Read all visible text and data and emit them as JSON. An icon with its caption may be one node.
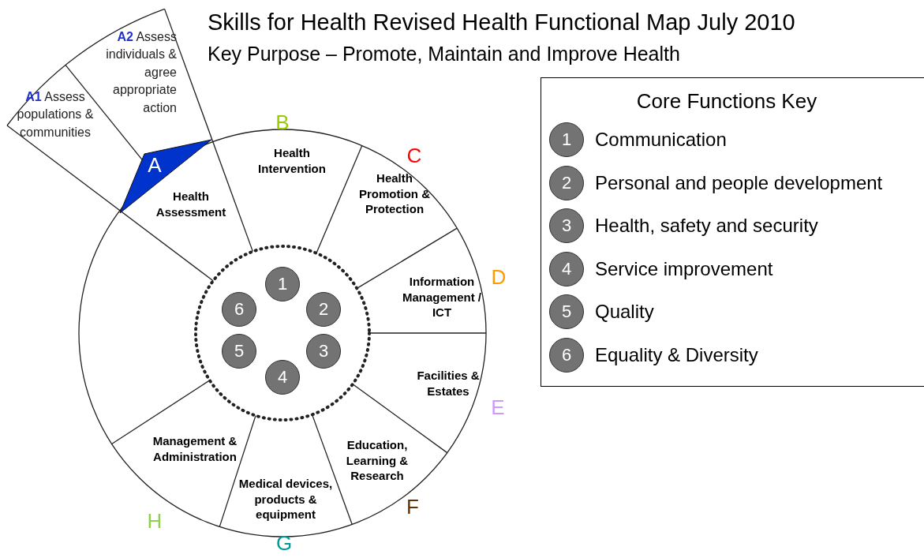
{
  "diagram": {
    "title": "Skills for Health Revised Health Functional Map July 2010",
    "caption": "Key Purpose – Promote, Maintain and Improve Health",
    "nodes": [
      {
        "text": [
          "A",
          "Health Assessment"
        ]
      },
      {
        "text": [
          "**A1** Assess populations & communities"
        ],
        "in": 0
      },
      {
        "text": [
          "**A2** Assess individuals & agree appropriate action"
        ],
        "in": 0
      },
      {
        "text": [
          "B",
          "Health Intervention"
        ]
      },
      {
        "text": [
          "C",
          "Health Promotion & Protection"
        ]
      },
      {
        "text": [
          "D",
          "Information Management / ICT"
        ]
      },
      {
        "text": [
          "Facilities & Estates",
          "E"
        ]
      },
      {
        "text": [
          "Education, Learning & Research",
          "F"
        ]
      },
      {
        "text": [
          "Medical devices, products & equipment",
          "G"
        ]
      },
      {
        "text": [
          "Management & Administration",
          "H"
        ]
      },
      {
        "text": [
          "1"
        ]
      },
      {
        "text": [
          "2"
        ]
      },
      {
        "text": [
          "3"
        ]
      },
      {
        "text": [
          "4"
        ]
      },
      {
        "text": [
          "5"
        ]
      },
      {
        "text": [
          "6"
        ]
      },
      {
        "text": [
          "Core Functions Key"
        ]
      },
      {
        "text": [
          "1",
          "Communication"
        ],
        "in": 16
      },
      {
        "text": [
          "2",
          "Personal and people development"
        ],
        "in": 16
      },
      {
        "text": [
          "3",
          "Health, safety and security"
        ],
        "in": 16
      },
      {
        "text": [
          "4",
          "Service improvement"
        ],
        "in": 16
      },
      {
        "text": [
          "5",
          "Quality"
        ],
        "in": 16
      },
      {
        "text": [
          "6",
          "Equality & Diversity"
        ],
        "in": 16
      }
    ],
    "edges": []
  }
}
